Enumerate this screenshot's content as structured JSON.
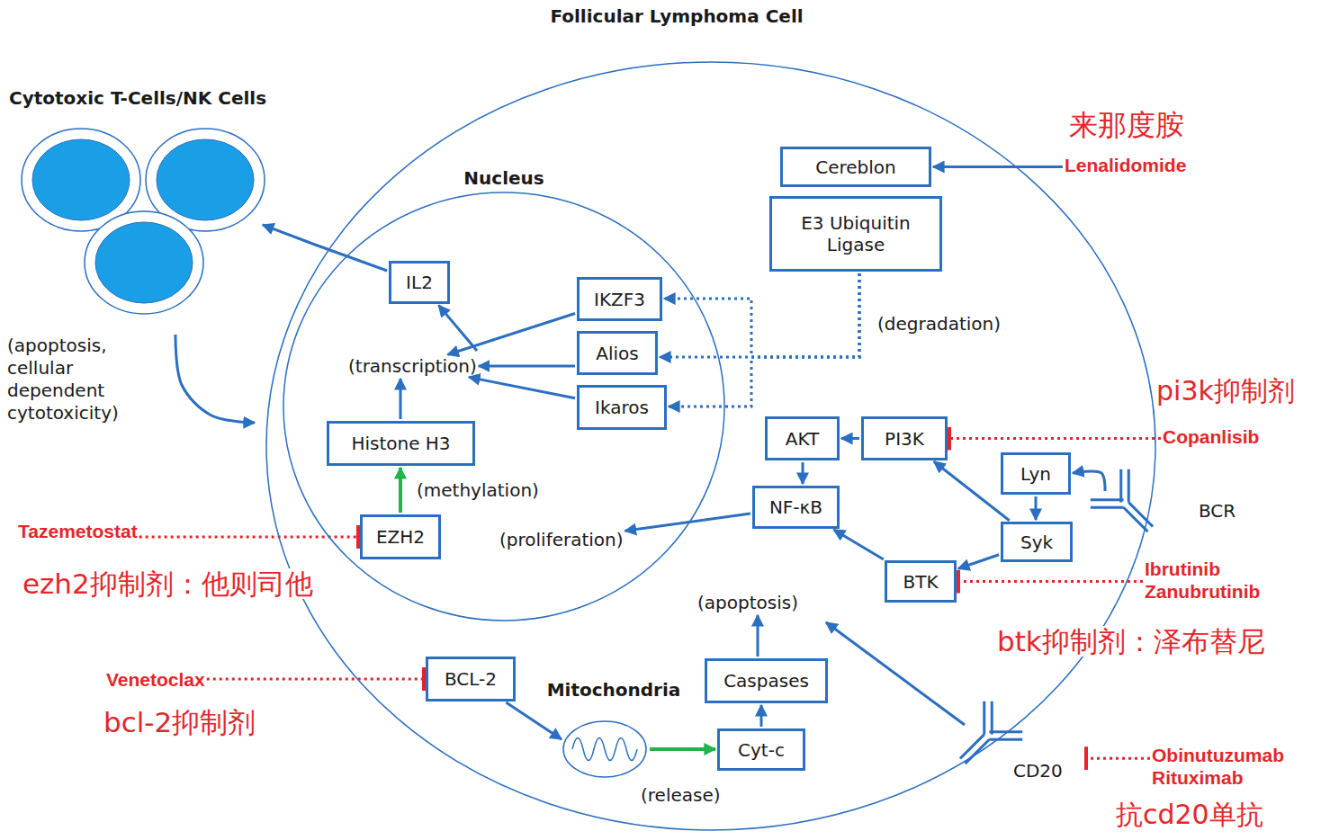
{
  "diagram": {
    "nodes": [
      {
        "text": [
          "Follicular Lymphoma Cell"
        ]
      },
      {
        "text": [
          "Cytotoxic T-Cells/NK Cells"
        ]
      },
      {
        "text": [
          "Nucleus"
        ],
        "in": 0
      },
      {
        "text": [
          "Cereblon"
        ],
        "in": 0
      },
      {
        "text": [
          "E3 Ubiquitin Ligase"
        ],
        "in": 0
      },
      {
        "text": [
          "Lenalidomide"
        ]
      },
      {
        "text": [
          "IL2"
        ],
        "in": 2
      },
      {
        "text": [
          "IKZF3"
        ],
        "in": 2
      },
      {
        "text": [
          "Alios"
        ],
        "in": 2
      },
      {
        "text": [
          "(transcription)"
        ],
        "in": 2
      },
      {
        "text": [
          "Ikaros"
        ],
        "in": 2
      },
      {
        "text": [
          "Histone H3"
        ],
        "in": 2
      },
      {
        "text": [
          "EZH2"
        ],
        "in": 2
      },
      {
        "text": [
          "Tazemetostat"
        ]
      },
      {
        "text": [
          "(proliferation)"
        ],
        "in": 2
      },
      {
        "text": [
          "AKT"
        ],
        "in": 0
      },
      {
        "text": [
          "PI3K"
        ],
        "in": 0
      },
      {
        "text": [
          "Copanlisib"
        ]
      },
      {
        "text": [
          "Lyn"
        ],
        "in": 0
      },
      {
        "text": [
          "BCR"
        ]
      },
      {
        "text": [
          "NF-κB"
        ],
        "in": 0
      },
      {
        "text": [
          "Syk"
        ],
        "in": 0
      },
      {
        "text": [
          "BTK"
        ],
        "in": 0
      },
      {
        "text": [
          "Ibrutinib",
          "Zanubrutinib"
        ]
      },
      {
        "text": [
          "(apoptosis)"
        ],
        "in": 0
      },
      {
        "text": [
          "BCL-2"
        ],
        "in": 0
      },
      {
        "text": [
          "Venetoclax"
        ]
      },
      {
        "text": [
          "Mitochondria"
        ],
        "in": 0
      },
      {
        "text": [
          "Caspases"
        ],
        "in": 0
      },
      {
        "text": [
          "Cyt-c"
        ],
        "in": 0
      },
      {
        "text": [
          "CD20"
        ]
      },
      {
        "text": [
          "Obinutuzumab",
          "Rituximab"
        ]
      }
    ],
    "edges": [
      {
        "from": 6,
        "to": 1,
        "arrow": "to"
      },
      {
        "from": 1,
        "to": 0,
        "arrow": "to",
        "label": "(apoptosis, cellular dependent cytotoxicity)"
      },
      {
        "from": 9,
        "to": 6,
        "arrow": "to"
      },
      {
        "from": 7,
        "to": 9,
        "arrow": "to"
      },
      {
        "from": 8,
        "to": 9,
        "arrow": "to"
      },
      {
        "from": 10,
        "to": 9,
        "arrow": "to"
      },
      {
        "from": 11,
        "to": 9,
        "arrow": "to"
      },
      {
        "from": 12,
        "to": 11,
        "arrow": "to",
        "label": "(methylation)"
      },
      {
        "from": 5,
        "to": 3,
        "arrow": "to"
      },
      {
        "from": 4,
        "to": 7,
        "arrow": "to"
      },
      {
        "from": 4,
        "to": 8,
        "arrow": "to",
        "label": "(degradation)"
      },
      {
        "from": 4,
        "to": 10,
        "arrow": "to"
      },
      {
        "from": 17,
        "to": 16,
        "arrow": "to"
      },
      {
        "from": 16,
        "to": 15,
        "arrow": "to"
      },
      {
        "from": 15,
        "to": 20,
        "arrow": "to"
      },
      {
        "from": 20,
        "to": 14,
        "arrow": "to"
      },
      {
        "from": 19,
        "to": 18,
        "arrow": "to"
      },
      {
        "from": 18,
        "to": 21,
        "arrow": "to"
      },
      {
        "from": 21,
        "to": 16,
        "arrow": "to"
      },
      {
        "from": 21,
        "to": 22,
        "arrow": "to"
      },
      {
        "from": 22,
        "to": 20,
        "arrow": "to"
      },
      {
        "from": 23,
        "to": 22,
        "arrow": "to"
      },
      {
        "from": 26,
        "to": 25,
        "arrow": "to"
      },
      {
        "from": 13,
        "to": 12,
        "arrow": "to"
      },
      {
        "from": 25,
        "to": 27,
        "arrow": "to"
      },
      {
        "from": 27,
        "to": 29,
        "arrow": "to",
        "label": "(release)"
      },
      {
        "from": 29,
        "to": 28,
        "arrow": "to"
      },
      {
        "from": 28,
        "to": 24,
        "arrow": "to"
      },
      {
        "from": 30,
        "to": 24,
        "arrow": "to"
      },
      {
        "from": 31,
        "to": 30,
        "arrow": "to"
      }
    ],
    "labels": [
      "来那度胺",
      "pi3k抑制剂",
      "ezh2抑制剂：他则司他",
      "btk抑制剂：泽布替尼",
      "bcl-2抑制剂",
      "抗cd20单抗"
    ]
  }
}
